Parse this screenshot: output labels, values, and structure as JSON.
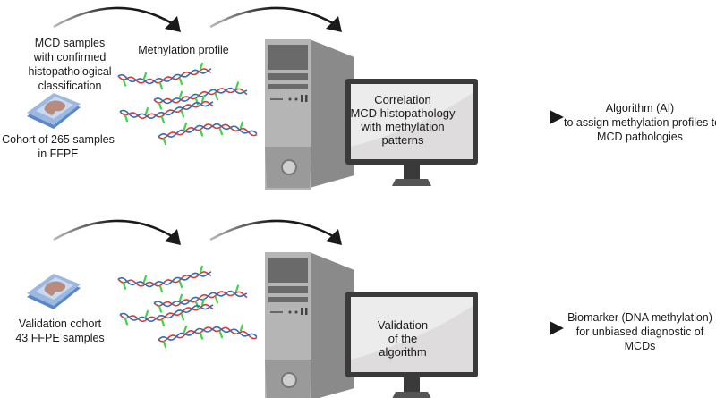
{
  "rows": [
    {
      "id": "training",
      "input": {
        "title_lines": [
          "MCD samples",
          "with confirmed",
          "histopathological",
          "classification"
        ],
        "caption_lines": [
          "Cohort of 265 samples",
          "in FFPE"
        ]
      },
      "methylation_label": "Methylation profile",
      "screen_lines": [
        "Correlation",
        "MCD histopathology",
        "with methylation",
        "patterns"
      ],
      "output_lines": [
        "Algorithm (AI)",
        "to assign methylation profiles to",
        "MCD pathologies"
      ]
    },
    {
      "id": "validation",
      "input": {
        "title_lines": [],
        "caption_lines": [
          "Validation cohort",
          "43 FFPE samples"
        ]
      },
      "methylation_label": "",
      "screen_lines": [
        "Validation",
        "of the",
        "algorithm"
      ],
      "output_lines": [
        "Biomarker (DNA methylation)",
        "for unbiased diagnostic of",
        "MCDs"
      ]
    }
  ],
  "colors": {
    "dna_strand_a": "#d93a3a",
    "dna_strand_b": "#2f6fb3",
    "methyl_mark": "#3fd34a",
    "tissue": "#b98a7e",
    "slide": "#9bb8e0",
    "computer_dark": "#555555",
    "computer_mid": "#8a8a8a",
    "computer_light": "#b5b5b5",
    "monitor_bezel": "#3a3a3a",
    "screen_bg": "#ececec",
    "arrow": "#1a1a1a"
  }
}
